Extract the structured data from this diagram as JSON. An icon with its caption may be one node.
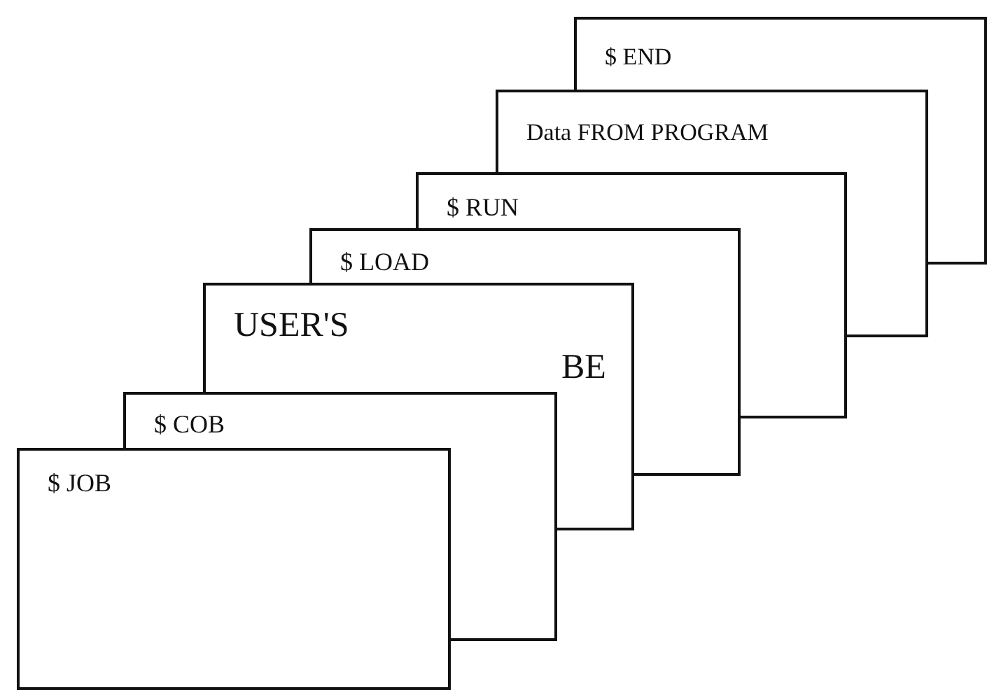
{
  "diagram": {
    "nodes": [
      {
        "text": [
          "$ END"
        ]
      },
      {
        "text": [
          "Data FROM PROGRAM"
        ]
      },
      {
        "text": [
          "$ RUN"
        ]
      },
      {
        "text": [
          "$ LOAD"
        ]
      },
      {
        "text": [
          "USER'S",
          "BE"
        ]
      },
      {
        "text": [
          "$ COB"
        ]
      },
      {
        "text": [
          "$ JOB"
        ]
      }
    ],
    "edges": []
  }
}
